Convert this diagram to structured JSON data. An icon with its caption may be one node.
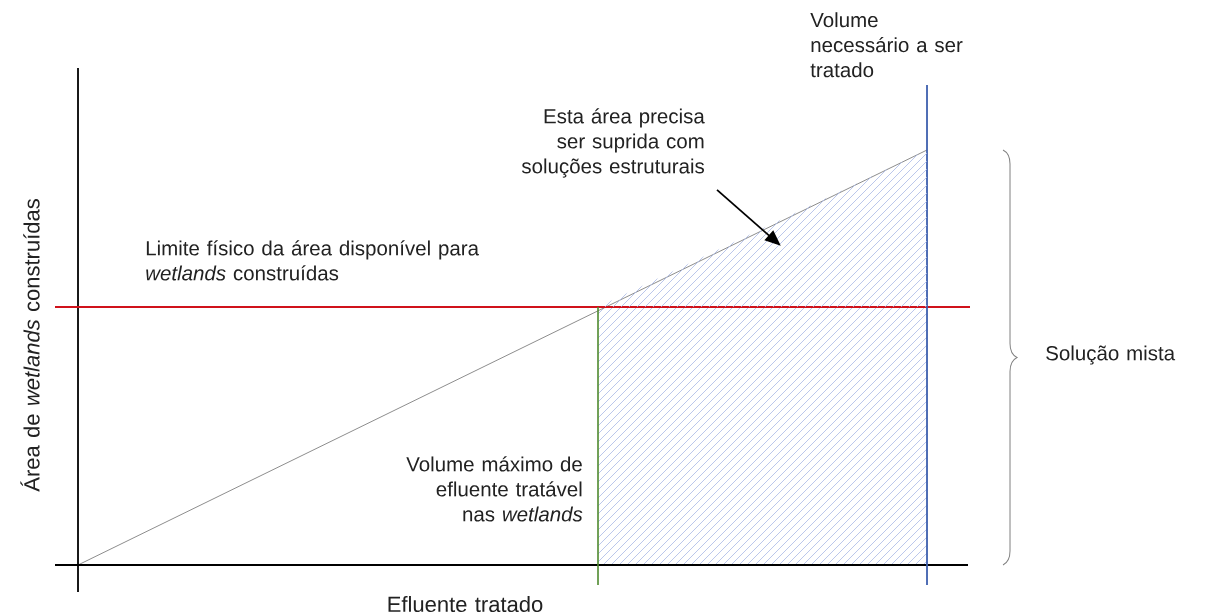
{
  "diagram": {
    "nodes": [
      {
        "text": [
          "Esta área precisa ser suprida com soluções estruturais"
        ]
      },
      {
        "text": [],
        "shape": "triangle"
      }
    ],
    "edges": [
      {
        "from": 0,
        "to": 1,
        "arrow": "to"
      }
    ],
    "labels": [
      "Volume necessário a ser tratado",
      "Área de *wetlands* construídas",
      "Limite físico da área disponível para *wetlands* construídas",
      "Solução mista",
      "Volume máximo de efluente tratável nas *wetlands*",
      "Efluente tratado"
    ]
  }
}
